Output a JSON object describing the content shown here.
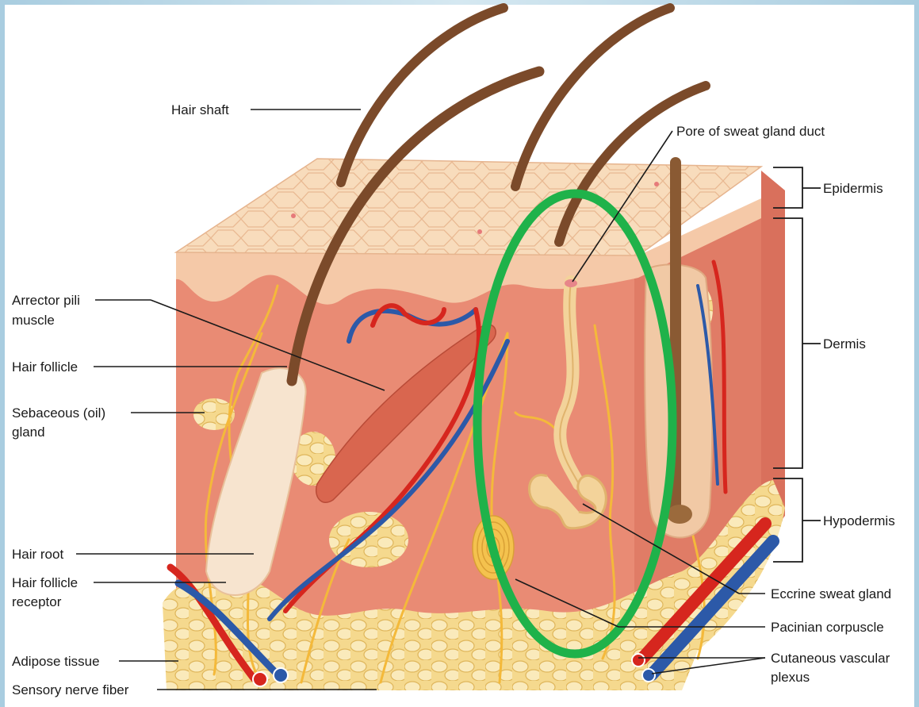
{
  "labels": {
    "hair_shaft": "Hair shaft",
    "pore": "Pore of sweat gland duct",
    "epidermis": "Epidermis",
    "dermis": "Dermis",
    "hypodermis": "Hypodermis",
    "arrector_1": "Arrector pili",
    "arrector_2": "muscle",
    "hair_follicle": "Hair follicle",
    "sebaceous_1": "Sebaceous (oil)",
    "sebaceous_2": "gland",
    "hair_root": "Hair root",
    "follicle_receptor_1": "Hair follicle",
    "follicle_receptor_2": "receptor",
    "adipose": "Adipose tissue",
    "sensory_nerve": "Sensory nerve fiber",
    "eccrine": "Eccrine sweat gland",
    "pacinian": "Pacinian corpuscle",
    "vascular_1": "Cutaneous vascular",
    "vascular_2": "plexus"
  },
  "colors": {
    "highlight_ellipse": "#1fb24a",
    "skin_surface": "#f7d6b2",
    "dermis": "#e98b74",
    "fat": "#f7e2a6",
    "hair": "#7b4a2a",
    "artery": "#d6261e",
    "vein": "#2c59a8",
    "nerve": "#f4b93a"
  }
}
